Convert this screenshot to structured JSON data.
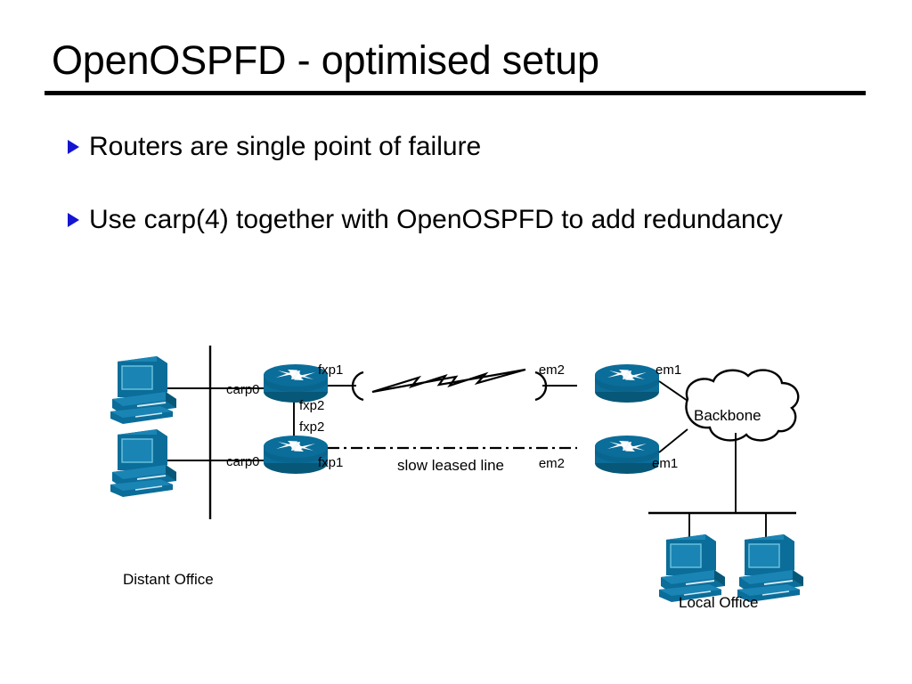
{
  "slide": {
    "title": "OpenOSPFD - optimised setup",
    "bullets": [
      "Routers are single point of failure",
      "Use carp(4) together with OpenOSPFD to add redundancy"
    ]
  },
  "diagram": {
    "site_left_label": "Distant Office",
    "site_right_label": "Local Office",
    "cloud_label": "Backbone",
    "wan_label": "slow leased line",
    "interfaces": {
      "left_router_top_lan": "carp0",
      "left_router_top_wan": "fxp1",
      "left_router_top_sync": "fxp2",
      "left_router_bottom_sync": "fxp2",
      "left_router_bottom_lan": "carp0",
      "left_router_bottom_wan": "fxp1",
      "right_router_top_wan": "em2",
      "right_router_top_core": "em1",
      "right_router_bottom_wan": "em2",
      "right_router_bottom_core": "em1"
    },
    "nodes": {
      "pc_distant_top": "workstation",
      "pc_distant_bottom": "workstation",
      "router_distant_top": "router",
      "router_distant_bottom": "router",
      "router_local_top": "router",
      "router_local_bottom": "router",
      "pc_local_left": "workstation",
      "pc_local_right": "workstation"
    },
    "colors": {
      "device_fill": "#0b6d99",
      "device_top": "#1a85b4",
      "device_dark": "#075778",
      "line": "#000000",
      "bullet_marker": "#1414d2"
    }
  }
}
